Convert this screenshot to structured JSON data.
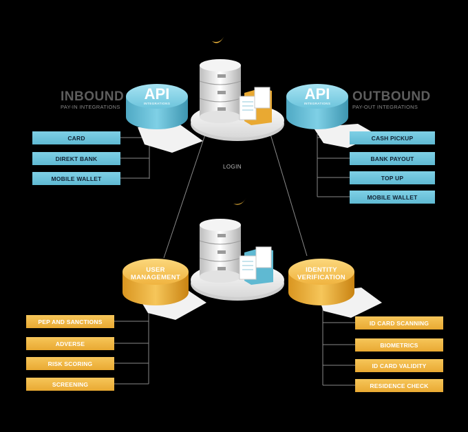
{
  "inbound": {
    "heading": "INBOUND",
    "subheading": "PAY-IN INTEGRATIONS",
    "disk_title": "API",
    "disk_subtitle": "INTEGRATIONS",
    "items": [
      "CARD",
      "DIREKT BANK",
      "MOBILE WALLET"
    ]
  },
  "outbound": {
    "heading": "OUTBOUND",
    "subheading": "PAY-OUT INTEGRATIONS",
    "disk_title": "API",
    "disk_subtitle": "INTEGRATIONS",
    "items": [
      "CASH PICKUP",
      "BANK PAYOUT",
      "TOP UP",
      "MOBILE WALLET"
    ]
  },
  "login_label": "LOGIN",
  "user_management": {
    "line1": "USER",
    "line2": "MANAGEMENT",
    "items": [
      "PEP AND SANCTIONS",
      "ADVERSE",
      "RISK SCORING",
      "SCREENING"
    ]
  },
  "identity_verification": {
    "line1": "IDENTITY",
    "line2": "VERIFICATION",
    "items": [
      "ID CARD SCANNING",
      "BIOMETRICS",
      "ID CARD VALIDITY",
      "RESIDENCE CHECK"
    ]
  },
  "colors": {
    "blue": "#6cc4dc",
    "orange": "#f0b440",
    "background": "#000000"
  }
}
